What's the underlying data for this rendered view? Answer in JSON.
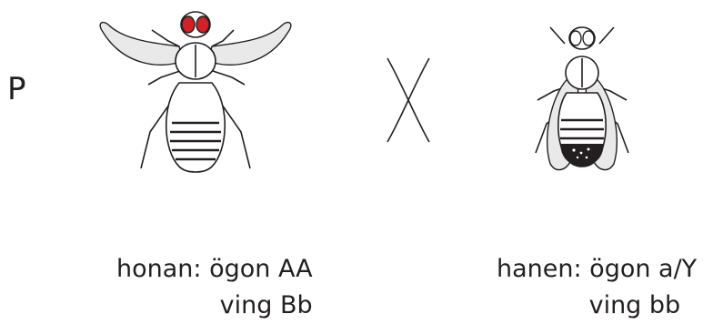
{
  "generation_label": "P",
  "female": {
    "caption_line1": "honan: ögon AA",
    "caption_line2": "ving Bb",
    "eye_color": "#d42027",
    "wing_color": "#e9e9e9"
  },
  "male": {
    "caption_line1": "hanen: ögon a/Y",
    "caption_line2": "ving bb",
    "eye_color": "#ffffff",
    "wing_color": "#e9e9e9"
  },
  "cross_symbol": "X"
}
